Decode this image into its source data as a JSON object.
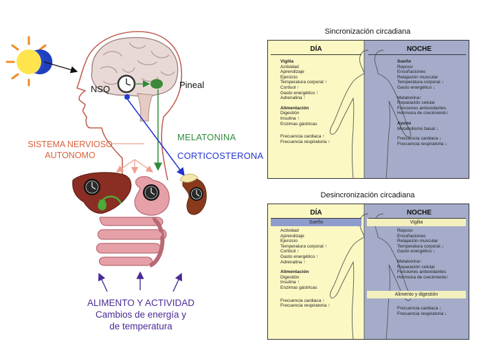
{
  "left": {
    "nsq": "NSQ",
    "pineal": "Pineal",
    "sna_line1": "SISTEMA NERVIOSO",
    "sna_line2": "AUTONOMO",
    "melatonina": "MELATONINA",
    "corticosterona": "CORTICOSTERONA",
    "food_line1": "ALIMENTO Y ACTIVIDAD",
    "food_line2": "Cambios de energía y",
    "food_line3": "de temperatura"
  },
  "colors": {
    "day_bg": "#fbf8c3",
    "night_bg": "#a4acc9",
    "melatonina": "#2e8b3a",
    "corticosterona": "#2233cc",
    "sna": "#d9603c",
    "food": "#4b2a96"
  },
  "panel1": {
    "title": "Sincronización circadiana",
    "day_header": "DÍA",
    "night_header": "NOCHE",
    "day": {
      "vigilia_title": "Vigilia",
      "vigilia_items": [
        "Actividad",
        "Aprendizaje",
        "Ejercicio",
        "Temperatura corporal ↑",
        "Cortisol ↑",
        "Gasto energético ↑",
        "Adrenalina ↑"
      ],
      "alim_title": "Alimentación",
      "alim_items": [
        "Digestión",
        "Insulina ↑",
        "Enzimas gástricas"
      ],
      "freq_items": [
        "Frecuencia cardiaca ↑",
        "Frecuencia respiratoria ↑"
      ]
    },
    "night": {
      "sueno_title": "Sueño",
      "sueno_items": [
        "Reposo",
        "Ensoñaciones",
        "Relajación muscular",
        "Temperatura corporal ↓",
        "Gasto energético ↓"
      ],
      "mel_items": [
        "Melatonina↑",
        "Reparación celular",
        "Funciones antioxidantes",
        "Hormona de crecimiento↑"
      ],
      "ayuno_title": "Ayuno",
      "ayuno_items": [
        "Metabolismo basal ↓"
      ],
      "freq_items": [
        "Frecuencia cardiaca ↓",
        "Frecuencia respiratoria ↓"
      ]
    }
  },
  "panel2": {
    "title": "Desincronización circadiana",
    "day_header": "DÍA",
    "night_header": "NOCHE",
    "band_sueno": "Sueño",
    "band_vigilia": "Vigilia",
    "band_alim": "Alimento y digestión",
    "day": {
      "items": [
        "Actividad",
        "Aprendizaje",
        "Ejercicio",
        "Temperatura corporal ↑",
        "Cortisol ↑",
        "Gasto energético ↑",
        "Adrenalina ↑"
      ],
      "alim_title": "Alimentación",
      "alim_items": [
        "Digestión",
        "Insulina ↑",
        "Enzimas gástricas"
      ],
      "freq_items": [
        "Frecuencia cardiaca ↑",
        "Frecuencia respiratoria ↑"
      ]
    },
    "night": {
      "items": [
        "Reposo",
        "Ensoñaciones",
        "Relajación muscular",
        "Temperatura corporal ↓",
        "Gasto energético ↓"
      ],
      "mel_items": [
        "Melatonina↑",
        "Reparación celular",
        "Funciones antioxidantes",
        "Hormona de crecimiento↑"
      ],
      "freq_items": [
        "Frecuencia cardiaca ↓",
        "Frecuencia respiratoria ↓"
      ]
    }
  }
}
